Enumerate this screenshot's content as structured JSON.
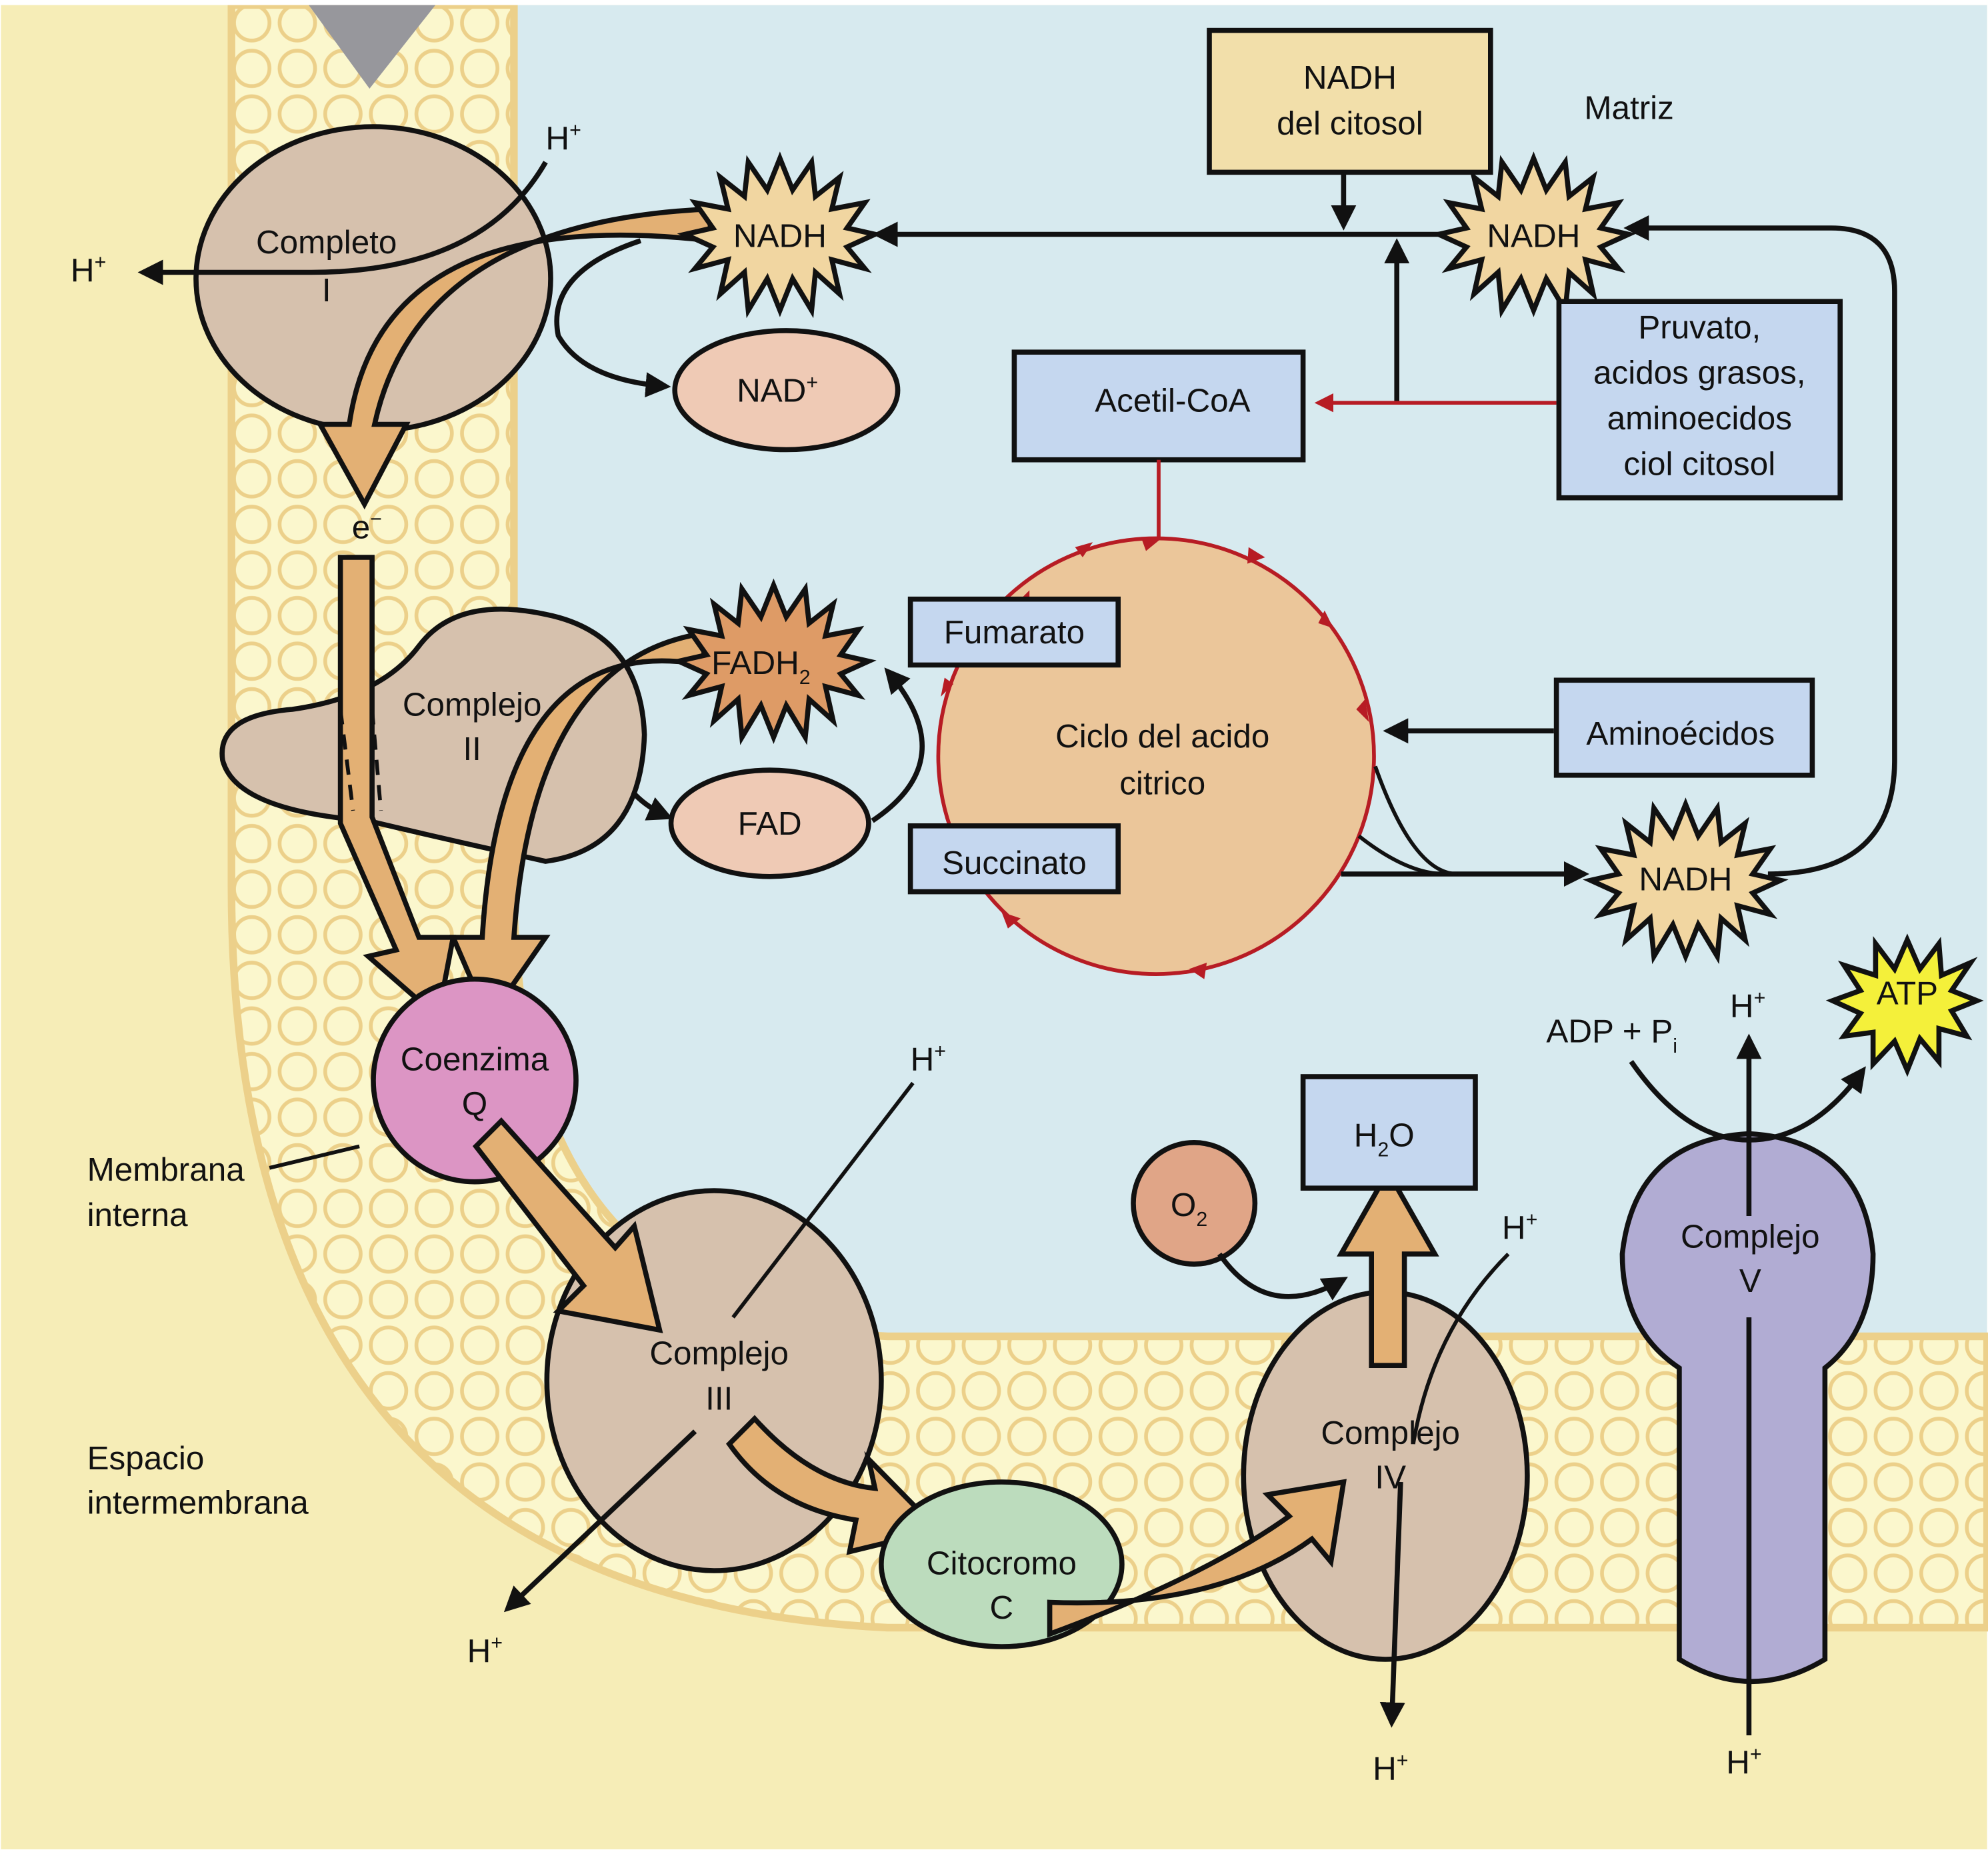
{
  "title": "Cadena de transporte de electrones mitocondrial",
  "regions": {
    "matrix": "Matriz",
    "inner_membrane": [
      "Membrana",
      "interna"
    ],
    "intermembrane_space": [
      "Espacio",
      "intermembrana"
    ]
  },
  "complexes": {
    "c1": [
      "Completo",
      "I"
    ],
    "c2": [
      "Complejo",
      "II"
    ],
    "coq": [
      "Coenzima",
      "Q"
    ],
    "c3": [
      "Complejo",
      "III"
    ],
    "cytc": [
      "Citocromo",
      "C"
    ],
    "c4": [
      "Complejo",
      "IV"
    ],
    "c5": [
      "Complejo",
      "V"
    ]
  },
  "molecules": {
    "nadh_c1": "NADH",
    "nad_plus": "NAD",
    "nadh_top": "NADH",
    "nadh_cycle": "NADH",
    "fadh2": "FADH",
    "fad": "FAD",
    "o2": "O",
    "h2o_h": "H",
    "h2o_o": "O",
    "atp": "ATP",
    "adp": "ADP + P",
    "adp_sub": "i",
    "electron": "e",
    "electron_sup": "−",
    "proton": "H",
    "proton_sup": "+",
    "sub_2": "2"
  },
  "boxes": {
    "nadh_citosol": [
      "NADH",
      "del citosol"
    ],
    "acetil_coa": "Acetil-CoA",
    "pruvato": [
      "Pruvato,",
      "acidos grasos,",
      "aminoecidos",
      "ciol citosol"
    ],
    "fumarato": "Fumarato",
    "succinato": "Succinato",
    "aminoacidos": "Aminoécidos",
    "cycle": [
      "Ciclo del acido",
      "citrico"
    ]
  },
  "colors": {
    "cytosol_bg": "#f6edb7",
    "membrane": "#fbf7cd",
    "membrane_line": "#ecd08a",
    "matrix_bg": "#d7eaef",
    "complex_tan": "#d6c1ad",
    "coq_pink": "#dc95c4",
    "cytc_green": "#bcdcbd",
    "c5_purple": "#b1acd3",
    "cycle_fill": "#ebc69a",
    "flow_arrow": "#e3b074",
    "nadh_star": "#f1d6a1",
    "fadh2_star": "#de9b66",
    "atp_star": "#f4f03a",
    "nad_ellipse": "#efcab5",
    "o2_circle": "#e0a587",
    "red_path": "#b71c24"
  }
}
